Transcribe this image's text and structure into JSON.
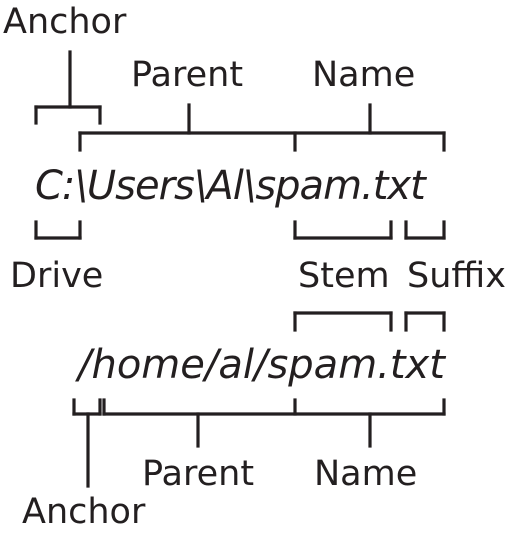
{
  "windows_path": "C:\\Users\\Al\\spam.txt",
  "posix_path": "/home/al/spam.txt",
  "windows_labels": {
    "anchor": "Anchor",
    "parent": "Parent",
    "name": "Name",
    "drive": "Drive",
    "stem": "Stem",
    "suffix": "Suffix"
  },
  "posix_labels": {
    "parent": "Parent",
    "name": "Name",
    "anchor": "Anchor"
  }
}
